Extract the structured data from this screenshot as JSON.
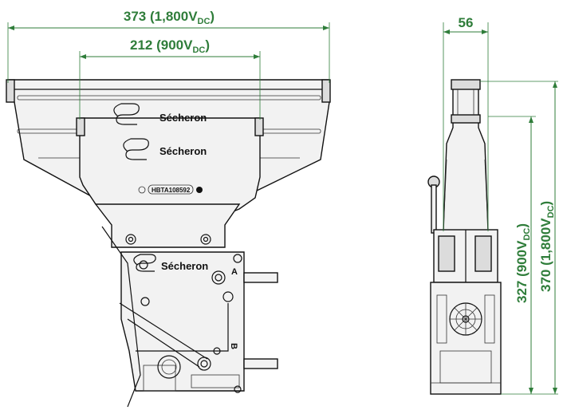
{
  "dimensions": {
    "width_1800": {
      "value": "373",
      "open": " (1,800V",
      "sub": "DC",
      "close": ")"
    },
    "width_900": {
      "value": "212",
      "open": " (900V",
      "sub": "DC",
      "close": ")"
    },
    "depth": {
      "value": "56"
    },
    "height_900": {
      "value": "327",
      "open": " (900V",
      "sub": "DC",
      "close": ")"
    },
    "height_1800": {
      "value": "370",
      "open": " (1,800V",
      "sub": "DC",
      "close": ")"
    }
  },
  "labels": {
    "brand": "Sécheron",
    "serial": "HBTA108592",
    "terminal_a": "A",
    "terminal_b": "B"
  },
  "colors": {
    "dimension": "#2f7d3a",
    "outline": "#111111"
  }
}
